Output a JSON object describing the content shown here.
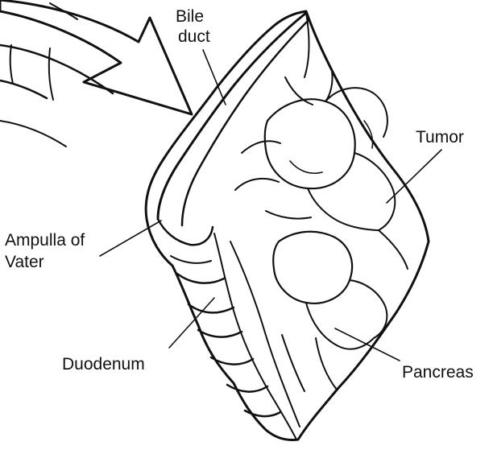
{
  "labels": {
    "bile_duct_line1": "Bile",
    "bile_duct_line2": "duct",
    "tumor": "Tumor",
    "ampulla_line1": "Ampulla of",
    "ampulla_line2": "Vater",
    "duodenum": "Duodenum",
    "pancreas": "Pancreas"
  },
  "colors": {
    "ink": "#111111",
    "paper": "#ffffff"
  }
}
